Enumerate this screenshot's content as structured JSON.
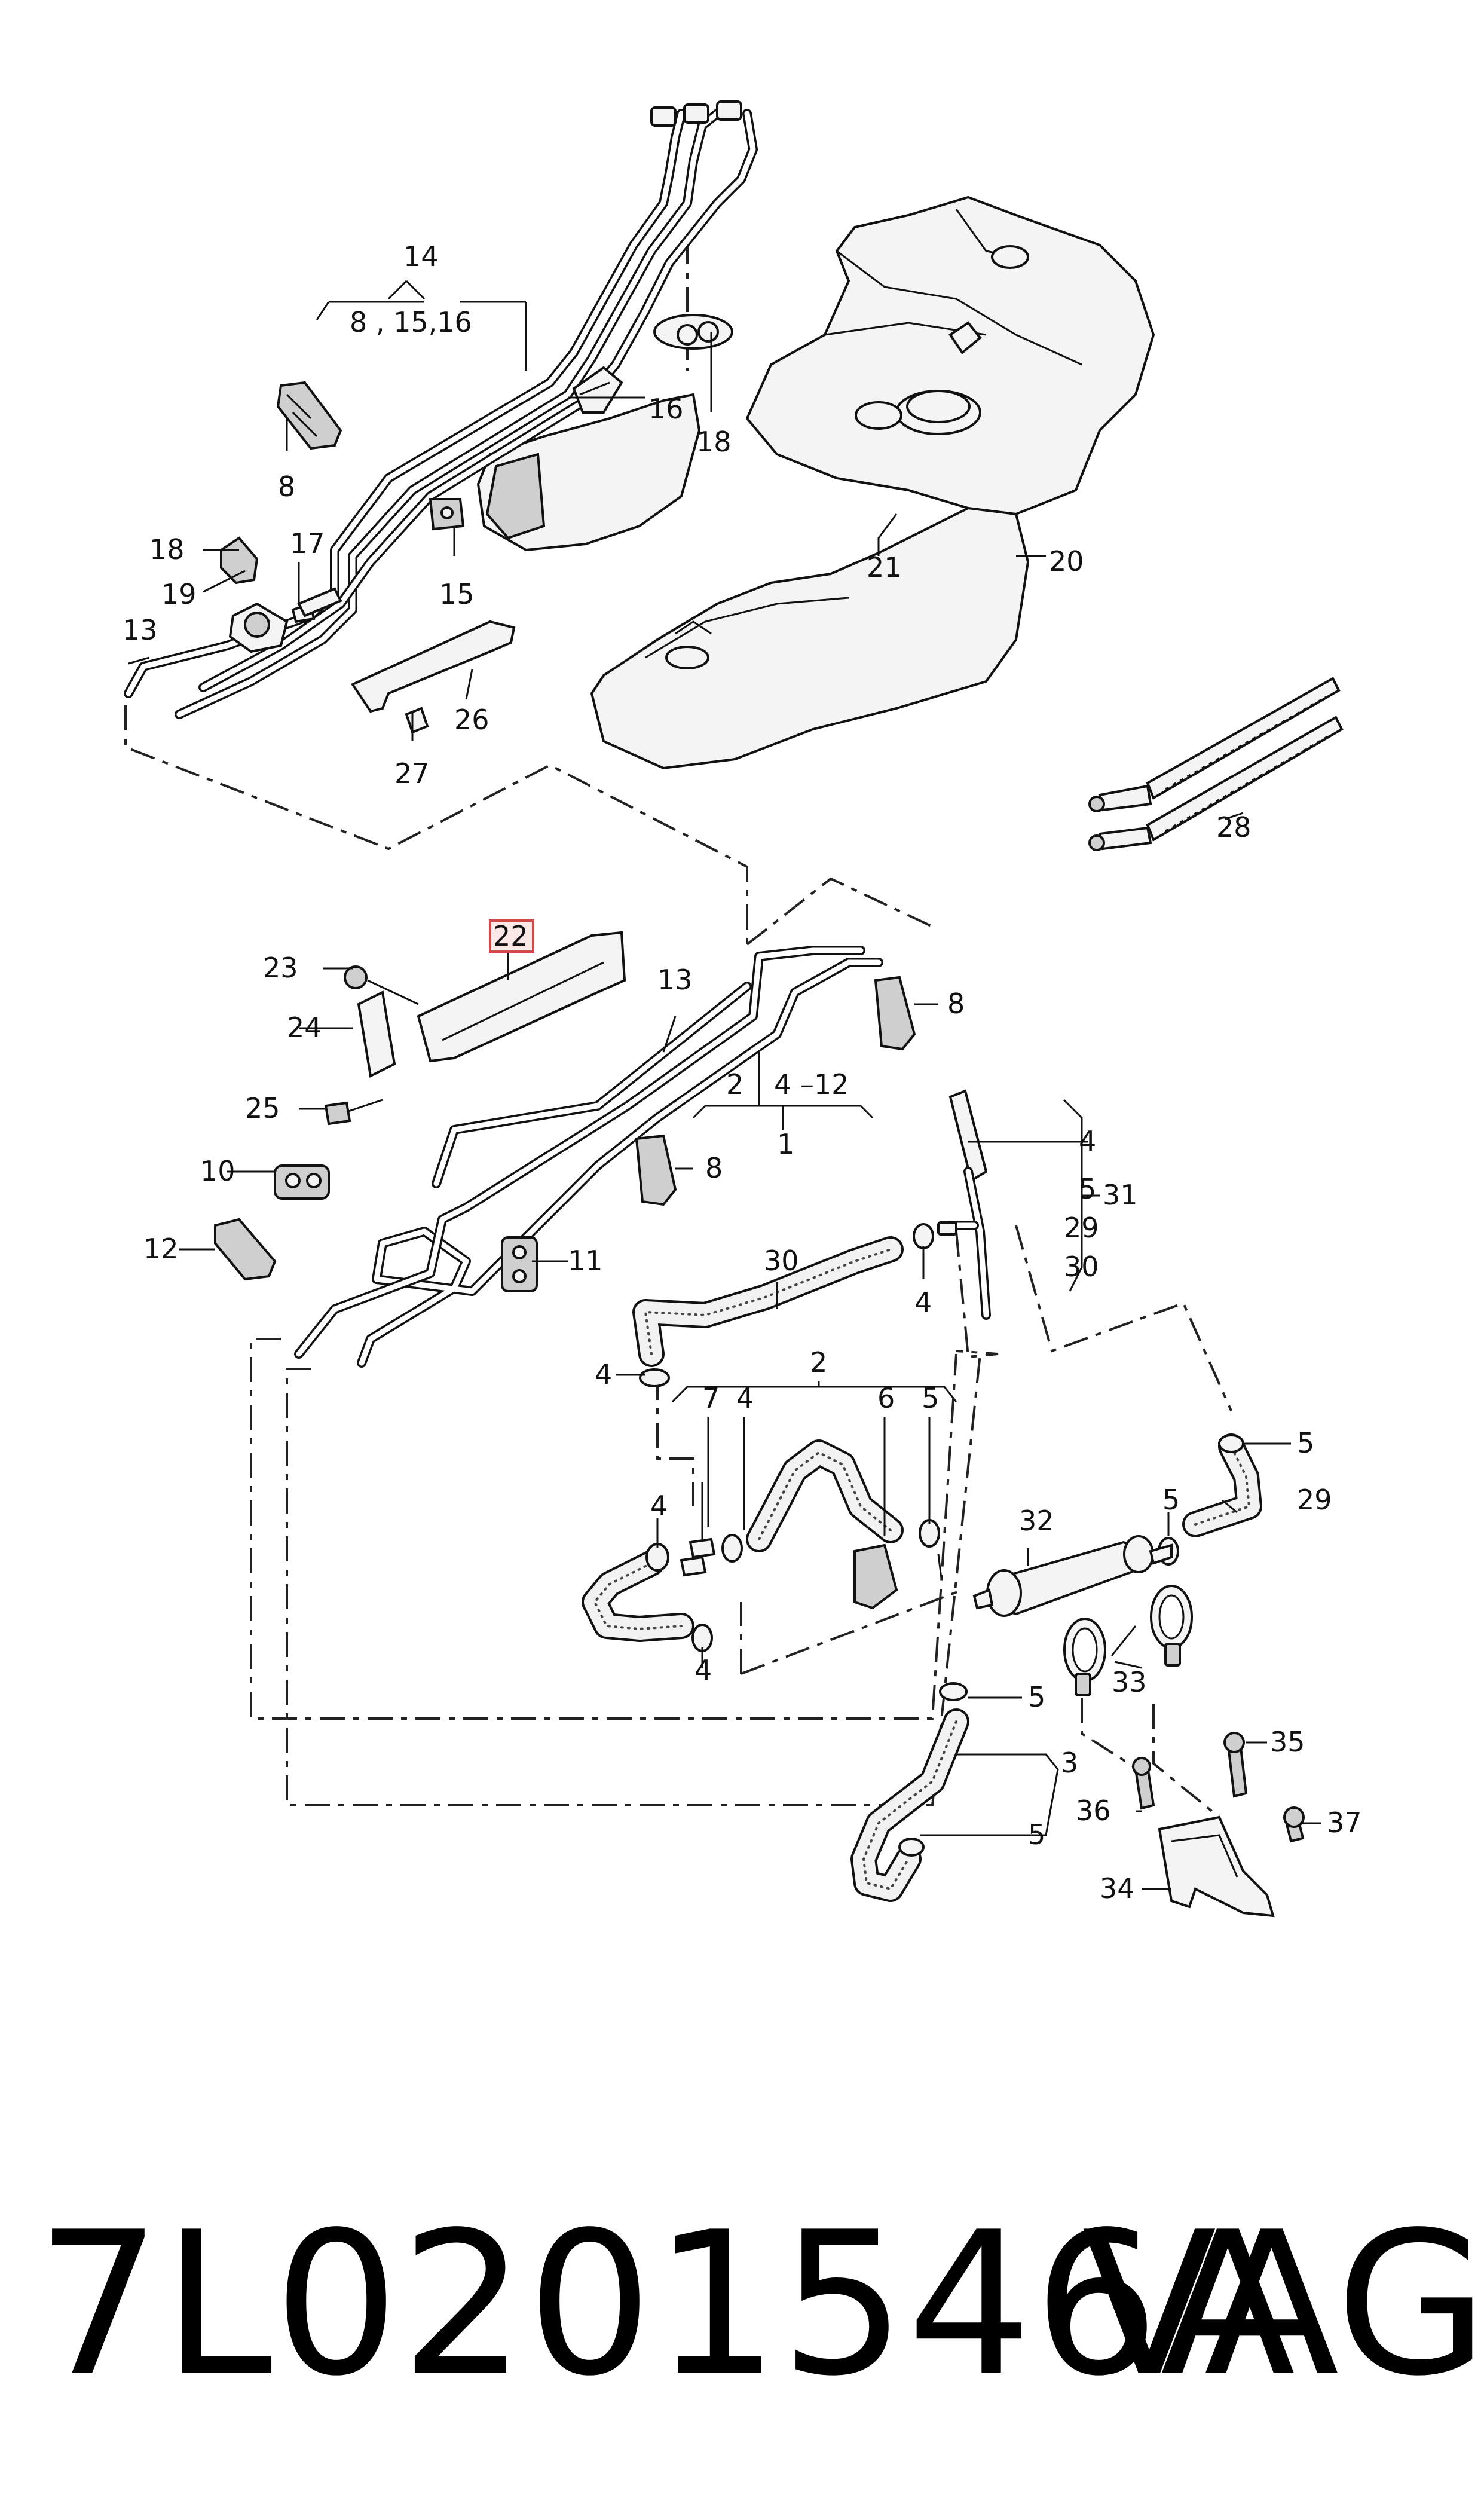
{
  "callouts": {
    "c14": "14",
    "c8_15_16": "8 , 15,16",
    "c16": "16",
    "c18_top": "18",
    "c8_top": "8",
    "c18": "18",
    "c17": "17",
    "c19": "19",
    "c13_top": "13",
    "c15": "15",
    "c21": "21",
    "c20": "20",
    "c26": "26",
    "c27": "27",
    "c28": "28",
    "c22": "22",
    "c23": "23",
    "c24": "24",
    "c25": "25",
    "c13_mid": "13",
    "c8_right": "8",
    "c2_mid": "2",
    "c4_12": "4 –12",
    "c1": "1",
    "c8_lower": "8",
    "c10": "10",
    "c12": "12",
    "c11": "11",
    "c4_r": "4",
    "c5_r": "5",
    "c29_r": "29",
    "c30_r": "30",
    "c31": "31",
    "c30": "30",
    "c4_a": "4",
    "c2_low": "2",
    "c4_b": "4",
    "c7": "7",
    "c4_c": "4",
    "c6": "6",
    "c5_a": "5",
    "c4_d": "4",
    "c4_e": "4",
    "c5_b": "5",
    "c29": "29",
    "c32": "32",
    "c5_c": "5",
    "c33": "33",
    "c5_d": "5",
    "c3": "3",
    "c5_e": "5",
    "c35": "35",
    "c36": "36",
    "c37": "37",
    "c34": "34"
  },
  "footer": {
    "part_number": "7L0201546A",
    "brand": "VAG"
  },
  "colors": {
    "line": "#111111",
    "highlight_fill": "#fde8e8",
    "highlight_border": "#d24b4b"
  }
}
